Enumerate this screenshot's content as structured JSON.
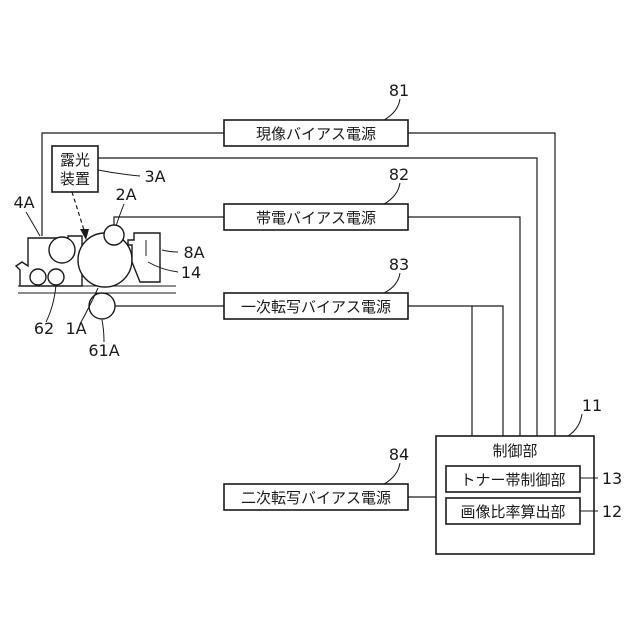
{
  "blocks": {
    "development_bias": "現像バイアス電源",
    "charging_bias": "帯電バイアス電源",
    "primary_transfer_bias": "一次転写バイアス電源",
    "secondary_transfer_bias": "二次転写バイアス電源",
    "control_unit": "制御部",
    "toner_band_control": "トナー帯制御部",
    "image_ratio_calc": "画像比率算出部",
    "exposure_line1": "露光",
    "exposure_line2": "装置"
  },
  "refs": {
    "r81": "81",
    "r82": "82",
    "r83": "83",
    "r84": "84",
    "r11": "11",
    "r12": "12",
    "r13": "13",
    "r3A": "3A",
    "r2A": "2A",
    "r4A": "4A",
    "r8A": "8A",
    "r14": "14",
    "r62": "62",
    "r1A": "1A",
    "r61A": "61A"
  }
}
